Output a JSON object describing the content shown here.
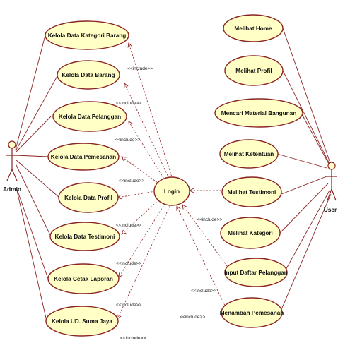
{
  "actors": {
    "admin": "Admin",
    "user": "User"
  },
  "login": "Login",
  "include_label": "<<include>>",
  "admin_use_cases": [
    "Kelola Data Kategori Barang",
    "Kelola Data Barang",
    "Kelola Data Pelanggan",
    "Kelola Data Pemesanan",
    "Kelola Data Profil",
    "Kelola Data Testimoni",
    "Kelola Cetak Laporan",
    "Kelola UD. Suma Jaya"
  ],
  "user_use_cases": [
    "Melihat Home",
    "Melihat Profil",
    "Mencari Material Bangunan",
    "Melihat Ketentuan",
    "Melihat Testimoni",
    "Melihat Kategori",
    "Input Daftar Pelanggan",
    "Menambah Pemesanan"
  ]
}
